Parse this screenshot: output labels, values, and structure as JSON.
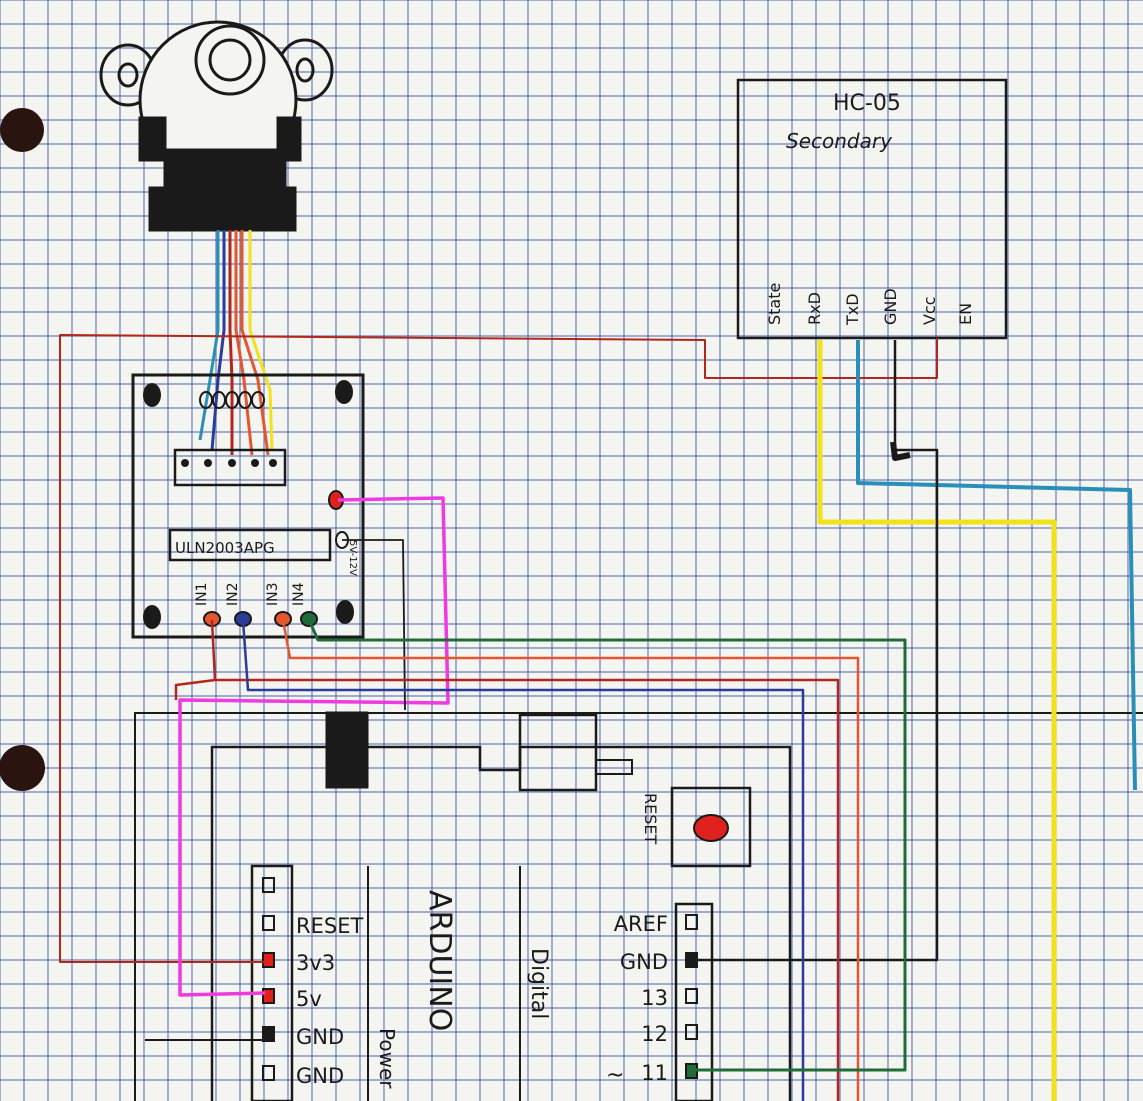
{
  "bluetooth_module": {
    "title": "HC-05",
    "subtitle": "Secondary",
    "pins": [
      "State",
      "RxD",
      "TxD",
      "GND",
      "Vcc",
      "EN"
    ]
  },
  "driver_board": {
    "chip_label": "ULN2003APG",
    "voltage_label": "5V-12V",
    "inputs": [
      "IN1",
      "IN2",
      "IN3",
      "IN4"
    ]
  },
  "arduino": {
    "title": "ARDUINO",
    "reset_label": "RESET",
    "digital_label": "Digital",
    "power_label": "Power",
    "power_pins": [
      "RESET",
      "3v3",
      "5v",
      "GND",
      "GND"
    ],
    "digital_pins": [
      "AREF",
      "GND",
      "13",
      "12",
      "11"
    ],
    "pwm_marker": "~"
  },
  "colors": {
    "grid": "#3d5a9e",
    "paper": "#f4f4f1",
    "ink": "#1a1a1a",
    "red_wire": "#b3261e",
    "orange_wire": "#e4572e",
    "blue_wire": "#2b3b9a",
    "green_wire": "#1f6b3a",
    "yellow_wire": "#f1e21b",
    "cyan_wire": "#2a8fb8",
    "magenta_wire": "#ee3ae0",
    "led_red": "#e0201c"
  }
}
